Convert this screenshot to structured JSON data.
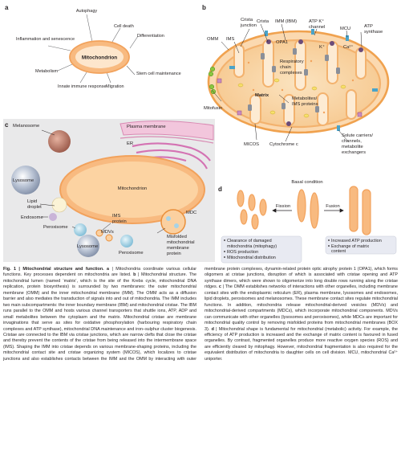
{
  "panel_a": {
    "letter": "a",
    "center": "Mitochondrion",
    "functions": [
      "Autophagy",
      "Cell death",
      "Differentiation",
      "Stem cell maintenance",
      "Migration",
      "Innate immune response",
      "Metabolism",
      "Inflammation and senescence"
    ]
  },
  "panel_b": {
    "letter": "b",
    "labels": {
      "omm": "OMM",
      "ims": "IMS",
      "crista_1": "Crista",
      "crista_2": "junction",
      "crista": "Crista",
      "imm": "IMM (IBM)",
      "atpk_1": "ATP K⁺",
      "atpk_2": "channel",
      "mcu": "MCU",
      "atps_1": "ATP",
      "atps_2": "synthase",
      "opa1": "OPA1",
      "k": "K⁺",
      "ca": "Ca²⁺",
      "resp_1": "Respiratory",
      "resp_2": "chain",
      "resp_3": "complexes",
      "matrix": "Matrix",
      "mito": "Mitofusin",
      "metab_1": "Metabolites/",
      "metab_2": "IMS proteins",
      "micos": "MICOS",
      "cyt": "Cytochrome c",
      "sol_1": "Solute carriers/",
      "sol_2": "channels,",
      "sol_3": "metabolite",
      "sol_4": "exchangers"
    }
  },
  "panel_c": {
    "letter": "c",
    "labels": {
      "pm": "Plasma membrane",
      "er": "ER",
      "melanosome": "Melanosome",
      "lysosome": "Lysosome",
      "mitochondrion": "Mitochondrion",
      "lipid_1": "Lipid",
      "lipid_2": "droplet",
      "endosome": "Endosome",
      "peroxisome": "Peroxisome",
      "ims_1": "IMS",
      "ims_2": "protein",
      "mdvs": "MDVs",
      "lysosome_2": "Lysosome",
      "peroxisome_2": "Peroxisome",
      "mdc": "MDC",
      "misf_1": "Misfolded",
      "misf_2": "mitochondrial",
      "misf_3": "membrane",
      "misf_4": "protein"
    }
  },
  "panel_d": {
    "letter": "d",
    "basal": "Basal condition",
    "fission": "Fission",
    "fusion": "Fusion",
    "left_box": [
      "Clearance of damaged",
      "mitochondria (mitophagy)",
      "ROS production",
      "Mitochondrial distribution"
    ],
    "right_box": [
      "Increased ATP production",
      "Exchange of matrix",
      "content"
    ]
  },
  "caption": {
    "fig_label": "Fig. 1 |",
    "title": "Mitochondrial structure and function.",
    "part_a_label": "a",
    "part_a": "| Mitochondria coordinate various cellular functions. Key processes dependent on mitochondria are listed.",
    "part_b_label": "b",
    "part_b": "| Mitochondrial structure. The mitochondrial lumen (named ‘matrix’, which is the site of the Krebs cycle, mitochondrial DNA replication, protein biosynthesis) is surrounded by two membranes: the outer mitochondrial membrane (OMM) and the inner mitochondrial membrane (IMM). The OMM acts as a diffusion barrier and also mediates the transduction of signals into and out of mitochondria. The IMM includes two main subcompartments: the inner boundary membrane (IBM) and mitochondrial cristae. The IBM runs parallel to the OMM and hosts various channel transporters that shuttle ions, ATP, ADP and small metabolites between the cytoplasm and the matrix. Mitochondrial cristae are membrane invaginations that serve as sites for oxidative phosphorylation (harbouring respiratory chain complexes and ATP synthase), mitochondrial DNA maintenance and iron–sulphur cluster biogenesis. Cristae are connected to the IBM via cristae junctions, which are narrow clefts that close the cristae and thereby prevent the contents of the cristae from being released into the intermembrane space (IMS). Shaping the IMM into cristae depends on various membrane-shaping proteins, including the mitochondrial contact site and cristae organizing system (MICOS), which localizes to cristae junctions and also establishes contacts between the IMM and the OMM by interacting with outer membrane protein complexes, dynamin-related protein optic atrophy protein 1 (OPA1), which forms oligomers at cristae junctions, disruption of which is associated with cristae opening and ATP synthase dimers, which were shown to oligomerize into long double rows running along the cristae ridges.",
    "part_c_label": "c",
    "part_c": "| The OMM establishes networks of interactions with other organelles, including membrane contact sites with the endoplasmic reticulum (ER), plasma membrane, lysosomes and endosomes, lipid droplets, peroxisomes and melanosomes. These membrane contact sites regulate mitochondrial functions. In addition, mitochondria release mitochondrial-derived vesicles (MDVs) and mitochondrial-derived compartments (MDCs), which incorporate mitochondrial components. MDVs can communicate with other organelles (lysosomes and peroxisomes), while MDCs are important for mitochondrial quality control by removing misfolded proteins from mitochondrial membranes (BOX 3).",
    "part_d_label": "d",
    "part_d": "| Mitochondrial shape is fundamental for mitochondrial (metabolic) activity. For example, the efficiency of ATP production is increased and the exchange of matrix content is favoured in fused organelles. By contrast, fragmented organelles produce more reactive oxygen species (ROS) and are efficiently cleared by mitophagy. However, mitochondrial fragmentation is also required for the equivalent distribution of mitochondria to daughter cells on cell division. MCU, mitochondrial Ca²⁺ uniporter."
  }
}
